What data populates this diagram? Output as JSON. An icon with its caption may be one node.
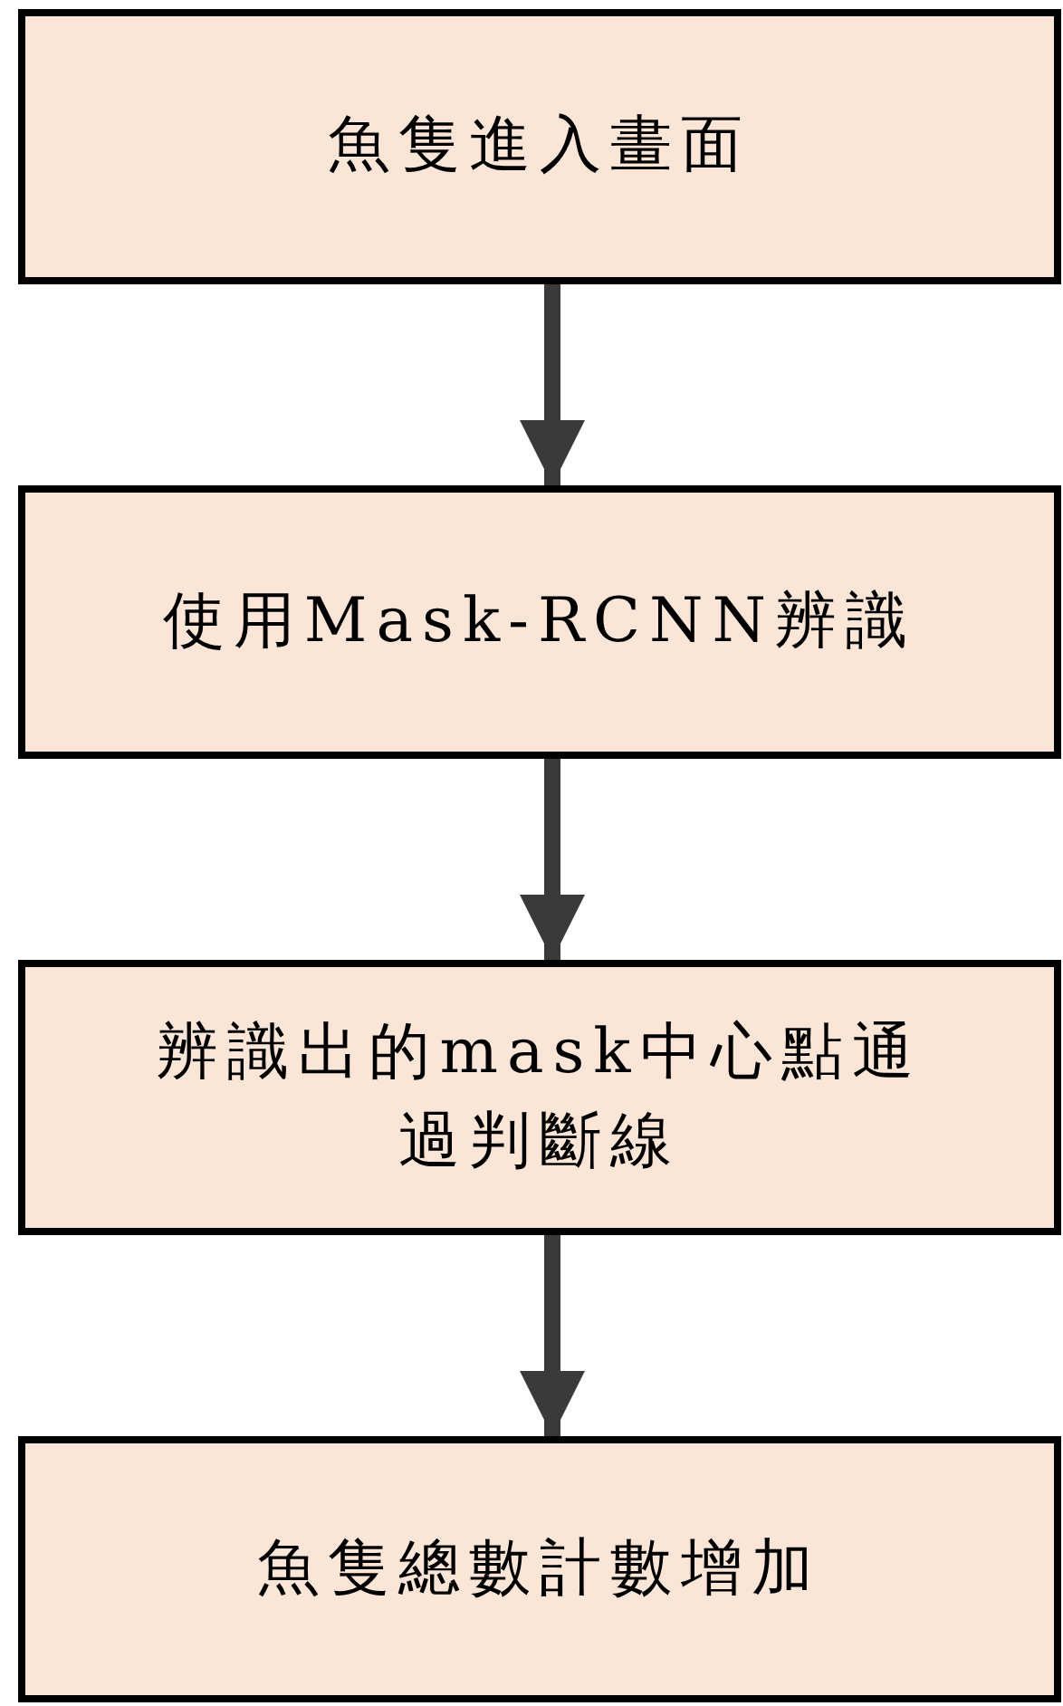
{
  "diagram": {
    "nodes": [
      {
        "text": [
          "魚隻進入畫面"
        ]
      },
      {
        "text": [
          "使用Mask-RCNN辨識"
        ]
      },
      {
        "text": [
          "辨識出的mask中心點通過判斷線"
        ]
      },
      {
        "text": [
          "魚隻總數計數增加"
        ]
      }
    ],
    "edges": [
      {
        "from": 0,
        "to": 1,
        "arrow": "to"
      },
      {
        "from": 1,
        "to": 2,
        "arrow": "to"
      },
      {
        "from": 2,
        "to": 3,
        "arrow": "to"
      }
    ]
  }
}
